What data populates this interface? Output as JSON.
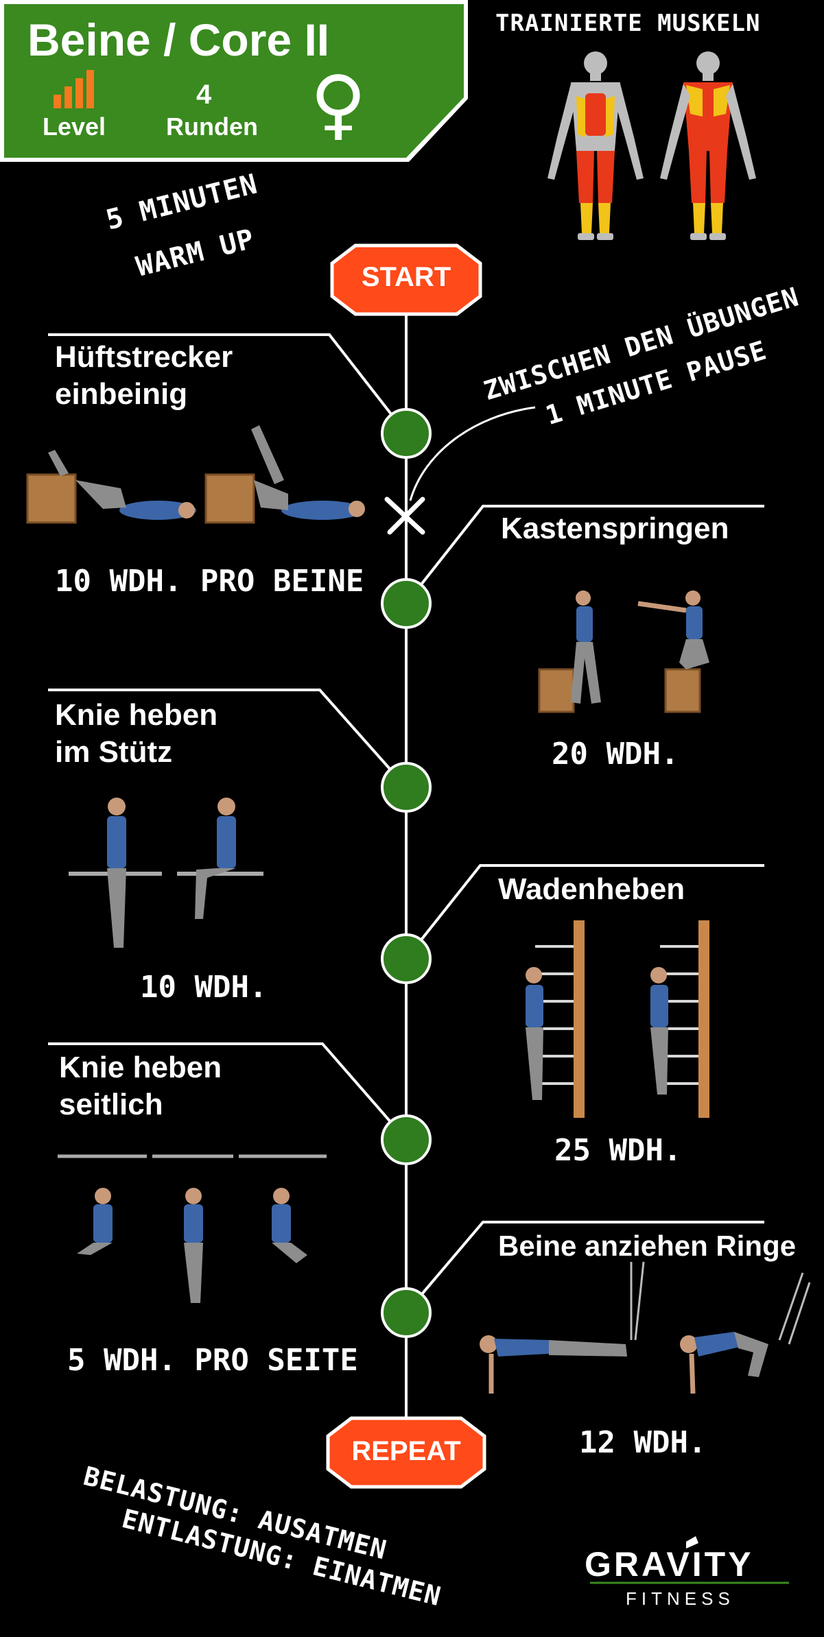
{
  "header": {
    "title": "Beine / Core II",
    "level_label": "Level",
    "rounds_value": "4",
    "rounds_label": "Runden",
    "gender_symbol": "♀",
    "header_color": "#3a8a1f",
    "level_icon_color": "#f47a1f"
  },
  "muscles": {
    "title": "TRAINIERTE MUSKELN"
  },
  "warmup": {
    "line1": "5 MINUTEN",
    "line2": "WARM UP"
  },
  "pause": {
    "line1": "ZWISCHEN DEN ÜBUNGEN",
    "line2": "1 MINUTE PAUSE"
  },
  "timeline": {
    "start_label": "START",
    "repeat_label": "REPEAT",
    "sign_color": "#ff4a1a",
    "node_color": "#2f7d1f"
  },
  "exercises": [
    {
      "title_line1": "Hüftstrecker",
      "title_line2": "einbeinig",
      "reps": "10 WDH. PRO BEINE",
      "side": "left"
    },
    {
      "title_line1": "Kastenspringen",
      "title_line2": "",
      "reps": "20 WDH.",
      "side": "right"
    },
    {
      "title_line1": "Knie heben",
      "title_line2": "im Stütz",
      "reps": "10 WDH.",
      "side": "left"
    },
    {
      "title_line1": "Wadenheben",
      "title_line2": "",
      "reps": "25 WDH.",
      "side": "right"
    },
    {
      "title_line1": "Knie heben",
      "title_line2": "seitlich",
      "reps": "5 WDH. PRO SEITE",
      "side": "left"
    },
    {
      "title_line1": "Beine anziehen Ringe",
      "title_line2": "",
      "reps": "12 WDH.",
      "side": "right"
    }
  ],
  "breathing": {
    "line1": "BELASTUNG: AUSATMEN",
    "line2": "ENTLASTUNG: EINATMEN"
  },
  "brand": {
    "name_part1": "GRA",
    "name_part2": "ITY",
    "name_v": "V",
    "tagline": "FITNESS"
  }
}
